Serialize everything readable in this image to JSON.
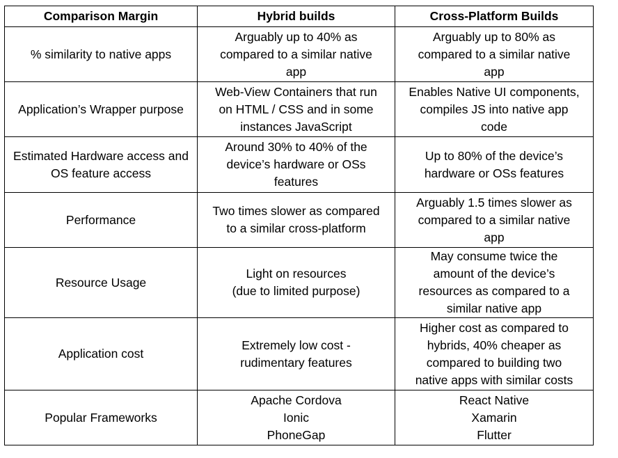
{
  "headers": [
    "Comparison Margin",
    "Hybrid builds",
    "Cross-Platform Builds"
  ],
  "rows": [
    {
      "label": "% similarity to native apps",
      "hybrid": [
        "Arguably up to 40% as",
        "compared to a similar native",
        "app"
      ],
      "cross": [
        "Arguably up to 80% as",
        "compared to a similar native",
        "app"
      ]
    },
    {
      "label": "Application’s Wrapper purpose",
      "hybrid": [
        "Web-View Containers that run",
        "on HTML / CSS and in some",
        "instances JavaScript"
      ],
      "cross": [
        "Enables Native UI components,",
        "compiles JS into native app",
        "code"
      ]
    },
    {
      "label": [
        "Estimated Hardware access and",
        "OS feature access"
      ],
      "hybrid": [
        "Around 30% to 40% of the",
        "device’s hardware or OSs",
        "features"
      ],
      "cross": [
        "Up to 80% of the device’s",
        "hardware or OSs features"
      ]
    },
    {
      "label": "Performance",
      "hybrid": [
        "Two times slower as compared",
        "to a similar cross-platform"
      ],
      "cross": [
        "Arguably 1.5 times slower as",
        "compared to a similar native",
        "app"
      ]
    },
    {
      "label": "Resource Usage",
      "hybrid": [
        "Light on resources",
        "(due to limited purpose)"
      ],
      "cross": [
        "May consume twice the",
        "amount of the device’s",
        "resources as compared to a",
        "similar native app"
      ]
    },
    {
      "label": "Application cost",
      "hybrid": [
        "Extremely low cost -",
        "rudimentary features"
      ],
      "cross": [
        "Higher cost as compared to",
        "hybrids, 40% cheaper as",
        "compared to building two",
        "native apps with similar costs"
      ]
    },
    {
      "label": "Popular Frameworks",
      "hybrid": [
        "Apache Cordova",
        "Ionic",
        "PhoneGap"
      ],
      "cross": [
        "React Native",
        "Xamarin",
        "Flutter"
      ]
    }
  ]
}
